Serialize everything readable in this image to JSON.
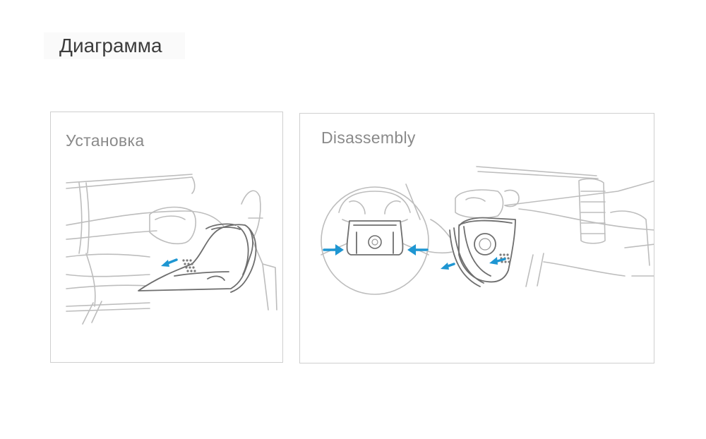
{
  "page": {
    "title": "Диаграмма"
  },
  "panels": {
    "install": {
      "label": "Установка"
    },
    "disassembly": {
      "label": "Disassembly"
    }
  },
  "colors": {
    "arrow": "#1e96d2",
    "line_light": "#bdbdbd",
    "line_dark": "#6e6e6e",
    "border": "#cfcfcf"
  }
}
